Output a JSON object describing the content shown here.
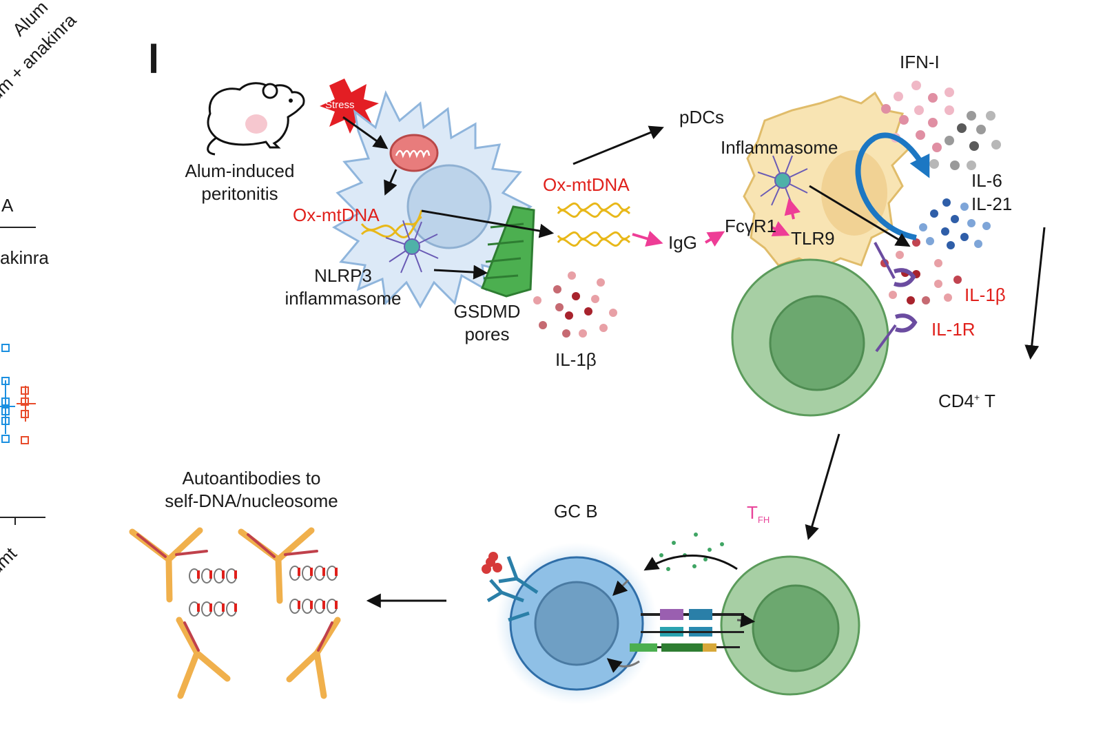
{
  "panel_letter": "l",
  "left_strip": {
    "rotated_labels": [
      "Alum",
      "um + anakinra"
    ],
    "group_label": "A",
    "legend_text": "akinra",
    "axis_tick_label": "umt"
  },
  "top_left": {
    "mouse_caption": [
      "Alum-induced",
      "peritonitis"
    ],
    "stress_label": "Stress",
    "ox_mtdna": "Ox-mtDNA",
    "nlrp3": [
      "NLRP3",
      "inflammasome"
    ],
    "gsdmd": [
      "GSDMD",
      "pores"
    ],
    "il1b": "IL-1β"
  },
  "middle": {
    "pdcs": "pDCs",
    "ox_mtdna_released": "Ox-mtDNA",
    "igg": "IgG",
    "fcgr1": "FcγR1",
    "tlr9": "TLR9",
    "inflammasome": "Inflammasome"
  },
  "top_right": {
    "ifn": "IFN-I",
    "il6": "IL-6",
    "il21": "IL-21",
    "il1b": "IL-1β",
    "il1r": "IL-1R",
    "cd4": "CD4",
    "cd4_sup": "+",
    "cd4_suffix": " T"
  },
  "bottom": {
    "gcb": "GC B",
    "tfh_main": "T",
    "tfh_sub": "FH",
    "autoantibodies": [
      "Autoantibodies to",
      "self-DNA/nucleosome"
    ]
  },
  "colors": {
    "red_text": "#e0201b",
    "pink_arrow": "#ee3d96",
    "dendritic_cell": "#dce9f7",
    "pdc_cell": "#f8e4b3",
    "t_cell": "#a7cfa4",
    "b_cell": "#8fc0e6",
    "blue_arrow": "#1c77c3"
  }
}
